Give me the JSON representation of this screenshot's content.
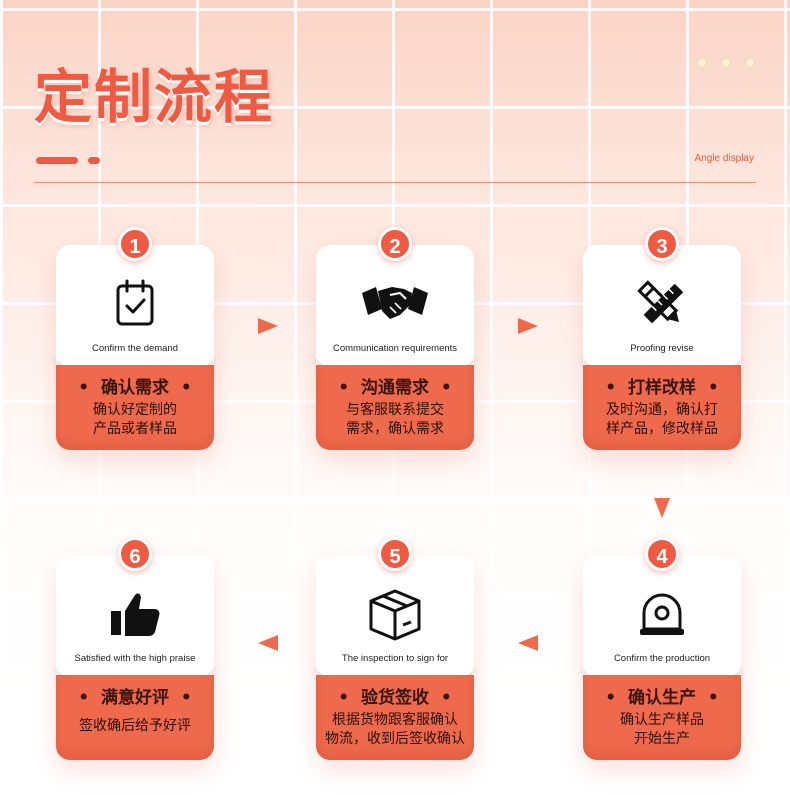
{
  "title": "定制流程",
  "subtitle_right": "Angle display",
  "steps": [
    {
      "num": "1",
      "en": "Confirm the demand",
      "cn_title": "确认需求",
      "desc1": "确认好定制的",
      "desc2": "产品或者样品",
      "icon": "calendar-check-icon"
    },
    {
      "num": "2",
      "en": "Communication requirements",
      "cn_title": "沟通需求",
      "desc1": "与客服联系提交",
      "desc2": "需求，确认需求",
      "icon": "handshake-icon"
    },
    {
      "num": "3",
      "en": "Proofing revise",
      "cn_title": "打样改样",
      "desc1": "及时沟通，确认打",
      "desc2": "样产品，修改样品",
      "icon": "pencil-ruler-icon"
    },
    {
      "num": "4",
      "en": "Confirm the production",
      "cn_title": "确认生产",
      "desc1": "确认生产样品",
      "desc2": "开始生产",
      "icon": "alarm-bell-icon"
    },
    {
      "num": "5",
      "en": "The inspection to sign for",
      "cn_title": "验货签收",
      "desc1": "根据货物跟客服确认",
      "desc2": "物流，收到后签收确认",
      "icon": "package-box-icon"
    },
    {
      "num": "6",
      "en": "Satisfied with the high praise",
      "cn_title": "满意好评",
      "desc1": "签收确后给予好评",
      "desc2": "",
      "icon": "thumbs-up-icon"
    }
  ],
  "bullet": "•",
  "colors": {
    "accent": "#ef5a43",
    "card_bottom": "#ef6a4c"
  }
}
